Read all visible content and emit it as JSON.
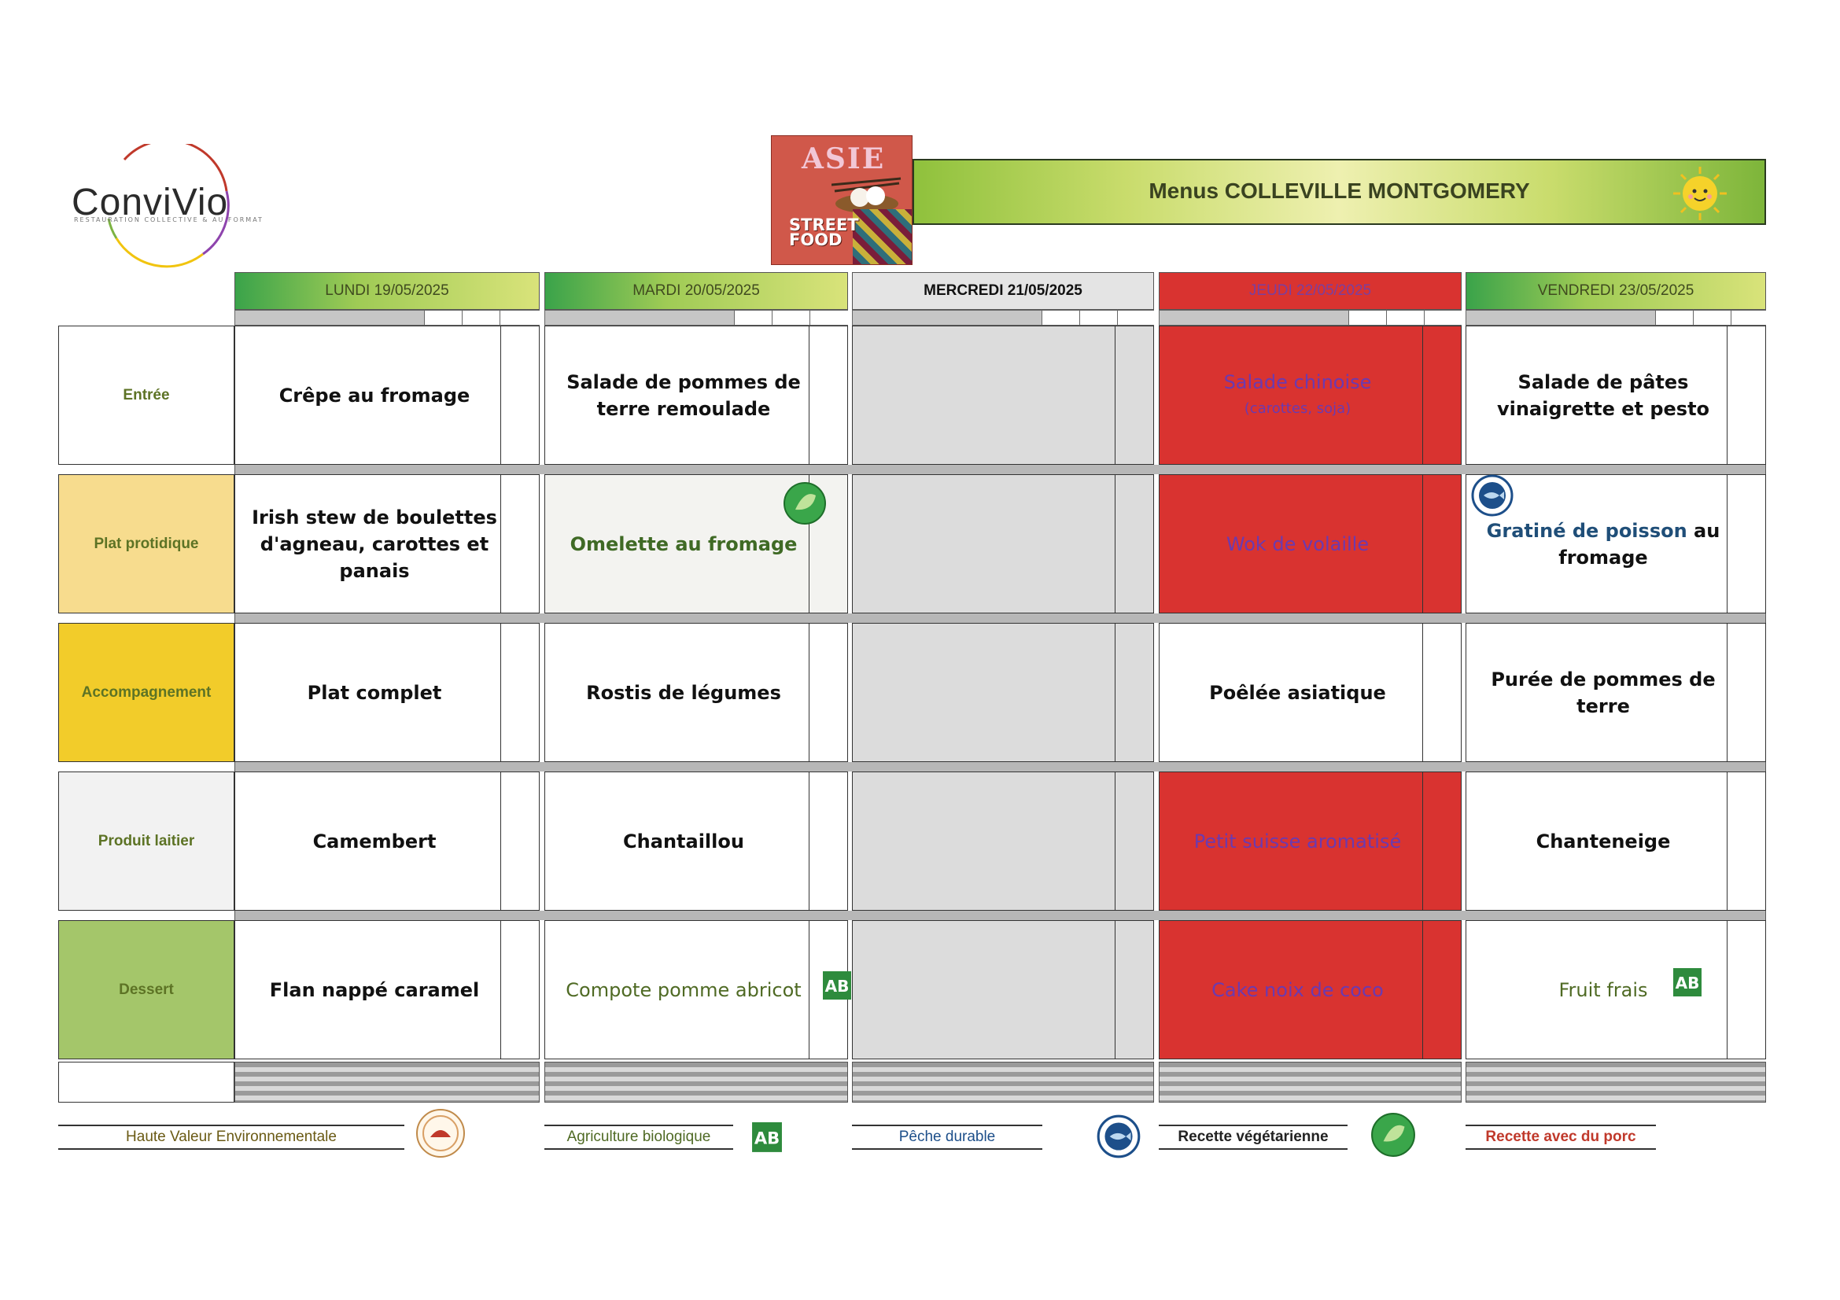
{
  "logo": {
    "word": "ConviVio",
    "tagline": "RESTAURATION COLLECTIVE & AU FORMAT"
  },
  "theme": {
    "top": "ASIE",
    "bottom": "STREET FOOD"
  },
  "banner": {
    "title": "Menus COLLEVILLE MONTGOMERY"
  },
  "days": [
    {
      "label": "LUNDI  19/05/2025"
    },
    {
      "label": "MARDI 20/05/2025"
    },
    {
      "label": "MERCREDI 21/05/2025"
    },
    {
      "label": "JEUDI 22/05/2025"
    },
    {
      "label": "VENDREDI 23/05/2025"
    }
  ],
  "rows": [
    {
      "label": "Entrée",
      "color": "#ffffff"
    },
    {
      "label": "Plat protidique",
      "color": "#f7dc8e"
    },
    {
      "label": "Accompagnement",
      "color": "#f2cc2a"
    },
    {
      "label": "Produit laitier",
      "color": "#f2f2f2"
    },
    {
      "label": "Dessert",
      "color": "#a4c66a"
    }
  ],
  "menu": {
    "lundi": [
      "Crêpe au fromage",
      "Irish stew de boulettes d'agneau, carottes et panais",
      "Plat complet",
      "Camembert",
      "Flan nappé caramel"
    ],
    "mardi": [
      "Salade de pommes de terre remoulade",
      "Omelette au fromage",
      "Rostis de légumes",
      "Chantaillou",
      "Compote pomme abricot"
    ],
    "jeudi": [
      "Salade chinoise",
      "(carottes, soja)",
      "Wok de volaille",
      "Poêlée asiatique",
      "Petit suisse aromatisé",
      "Cake noix de coco"
    ],
    "vendredi": [
      "Salade de pâtes vinaigrette et pesto",
      "Gratiné de poisson",
      "au fromage",
      "Purée de pommes de terre",
      "Chanteneige",
      "Fruit frais"
    ]
  },
  "badges": {
    "ab": "AB",
    "ab_color": "#2e8b3d",
    "veg_color": "#3aa64a",
    "fish_color": "#1d4f8a"
  },
  "legend": {
    "hve": "Haute Valeur Environnementale",
    "bio": "Agriculture biologique",
    "peche": "Pêche durable",
    "vege": "Recette végétarienne",
    "porc": "Recette avec du porc"
  }
}
